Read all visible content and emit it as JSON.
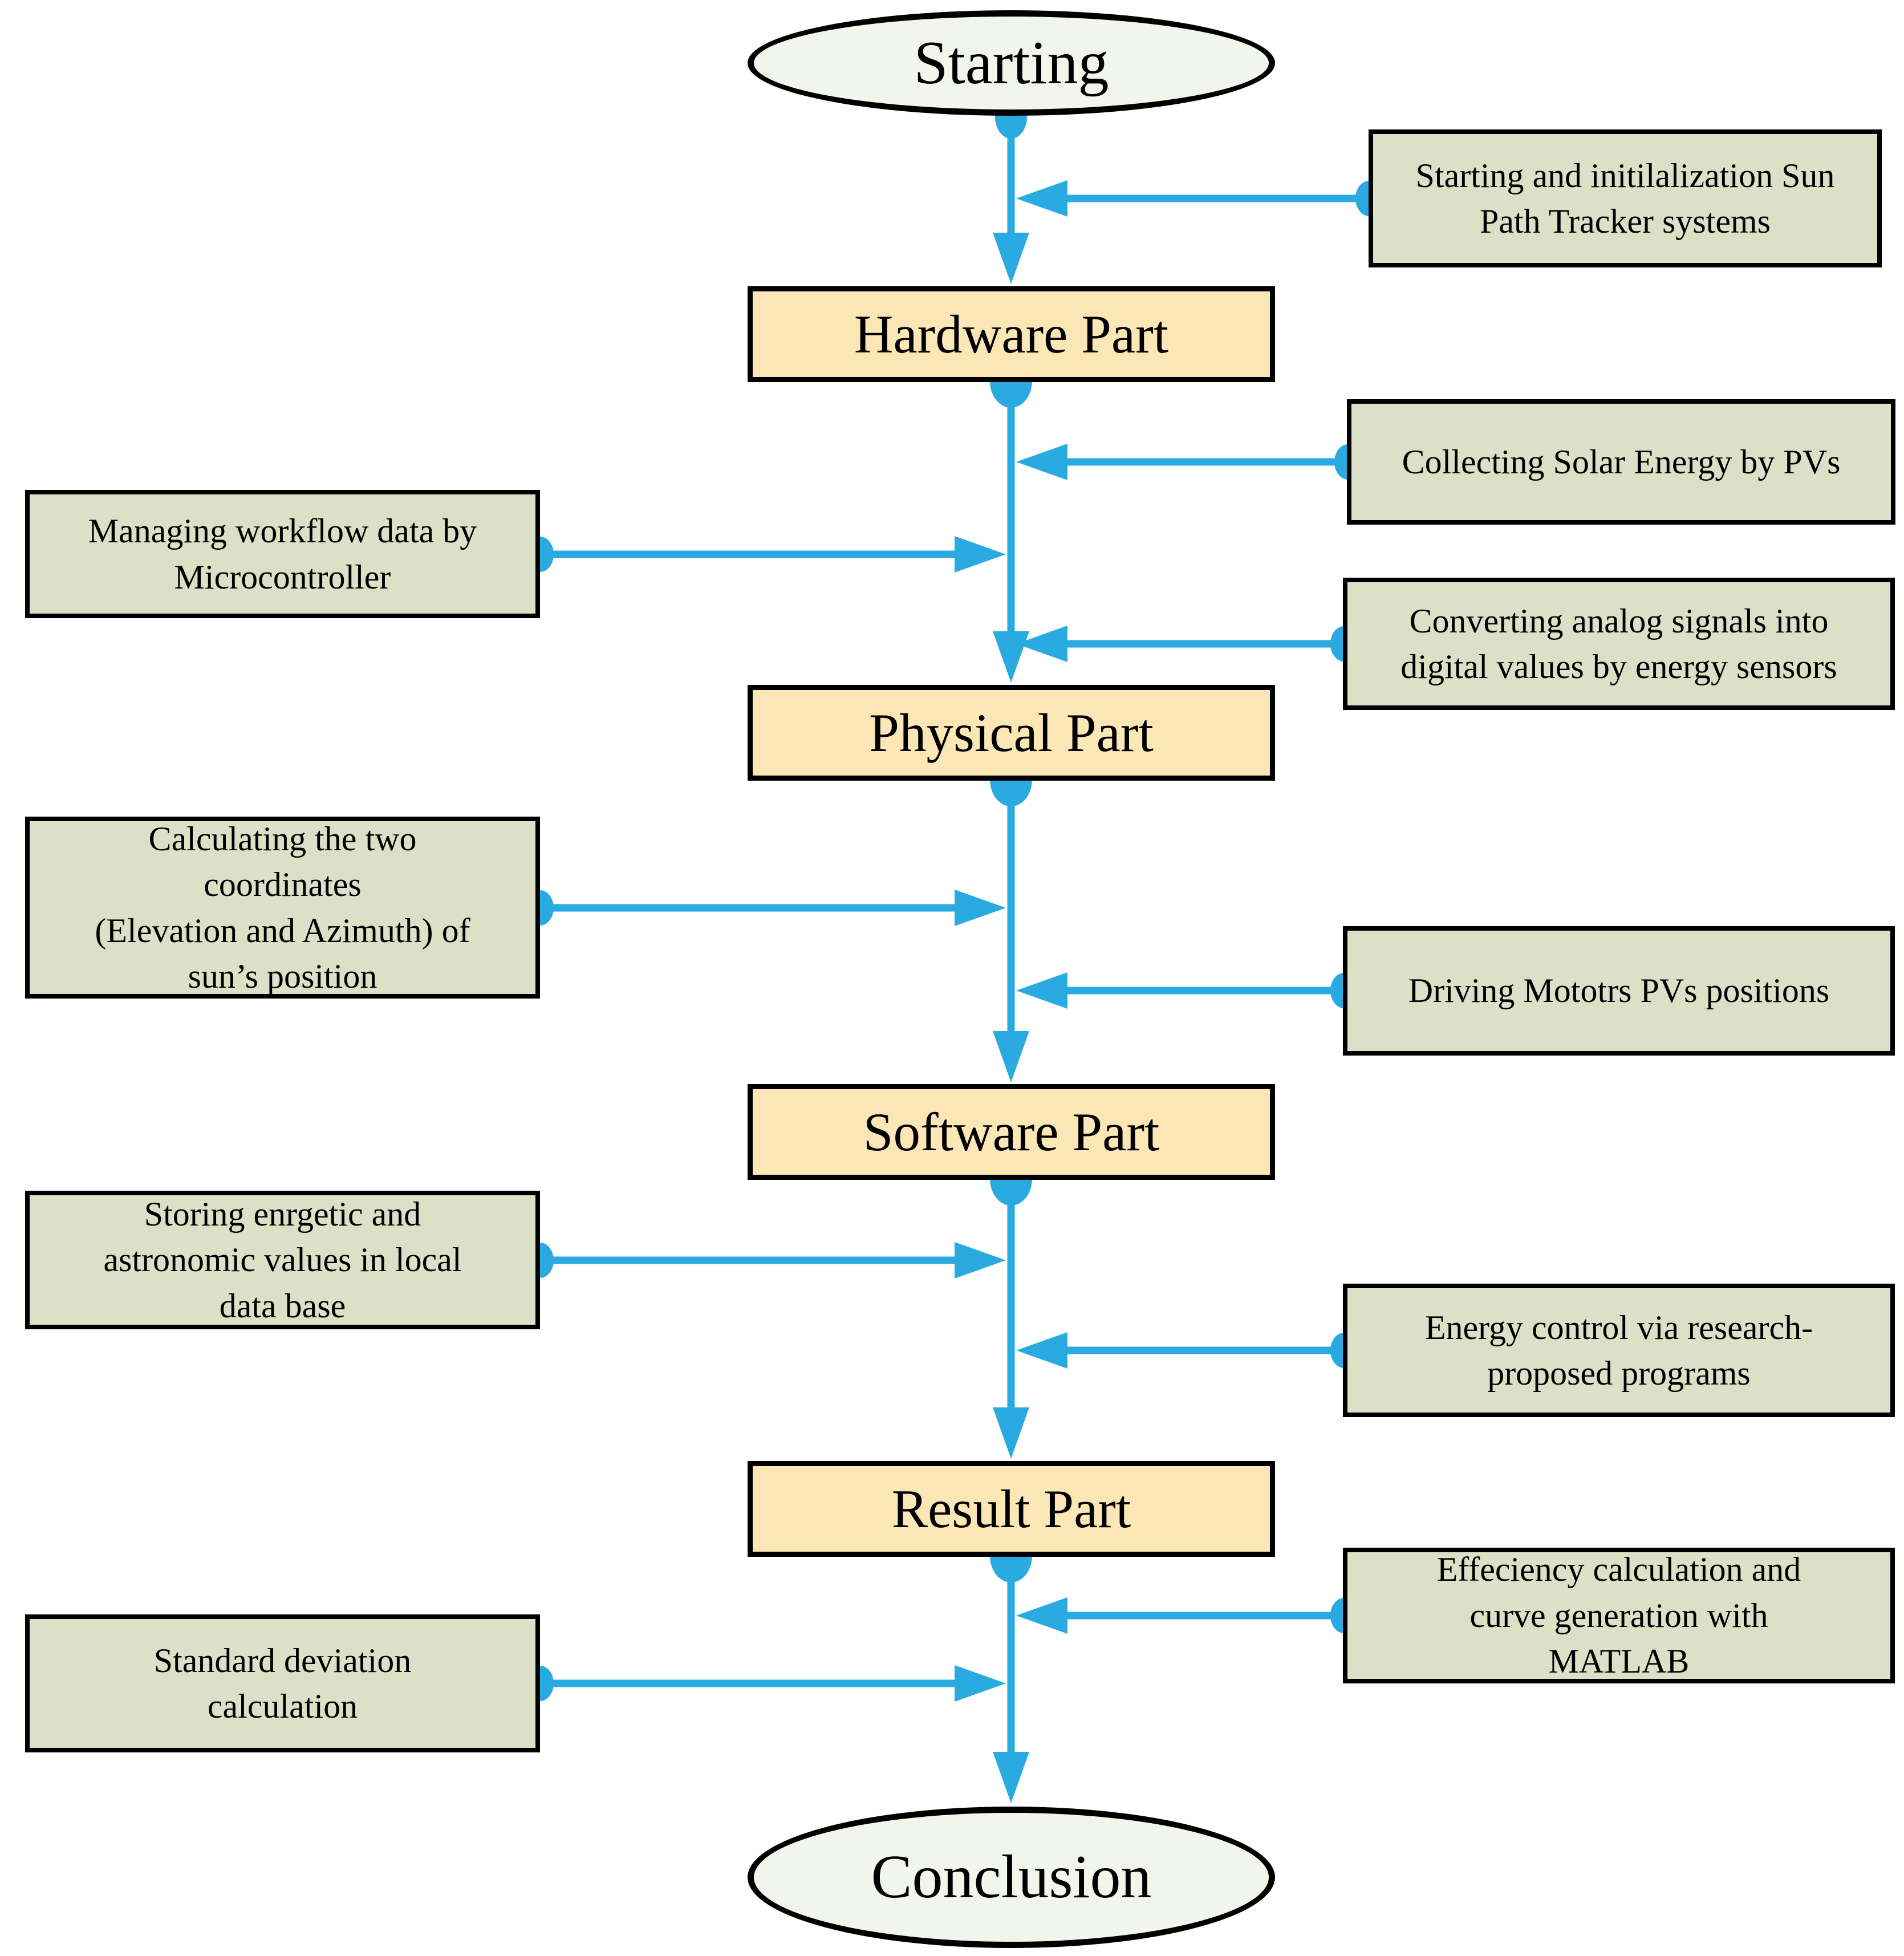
{
  "colors": {
    "arrow": "#29ABE2",
    "stage_fill": "#FBE7B6",
    "note_fill": "#DCE0C6",
    "terminal_fill": "#F2F5EC",
    "border": "#000000"
  },
  "nodes": {
    "start": {
      "label": "Starting"
    },
    "end": {
      "label": "Conclusion"
    },
    "stages": [
      {
        "label": "Hardware Part"
      },
      {
        "label": "Physical Part"
      },
      {
        "label": "Software Part"
      },
      {
        "label": "Result Part"
      }
    ],
    "notes": [
      {
        "side": "right",
        "label": "Starting and initilalization Sun\nPath Tracker systems"
      },
      {
        "side": "right",
        "label": "Collecting Solar Energy by PVs"
      },
      {
        "side": "left",
        "label": "Managing workflow data by\nMicrocontroller"
      },
      {
        "side": "right",
        "label": "Converting analog signals into\ndigital values by energy sensors"
      },
      {
        "side": "left",
        "label": "Calculating the two\ncoordinates\n(Elevation and Azimuth) of\nsun’s position"
      },
      {
        "side": "right",
        "label": "Driving Mototrs PVs positions"
      },
      {
        "side": "left",
        "label": "Storing enrgetic and\nastronomic values in local\ndata base"
      },
      {
        "side": "right",
        "label": "Energy control via research-\nproposed programs"
      },
      {
        "side": "right",
        "label": "Effeciency calculation and\ncurve generation with\nMATLAB"
      },
      {
        "side": "left",
        "label": "Standard deviation\ncalculation"
      }
    ]
  }
}
